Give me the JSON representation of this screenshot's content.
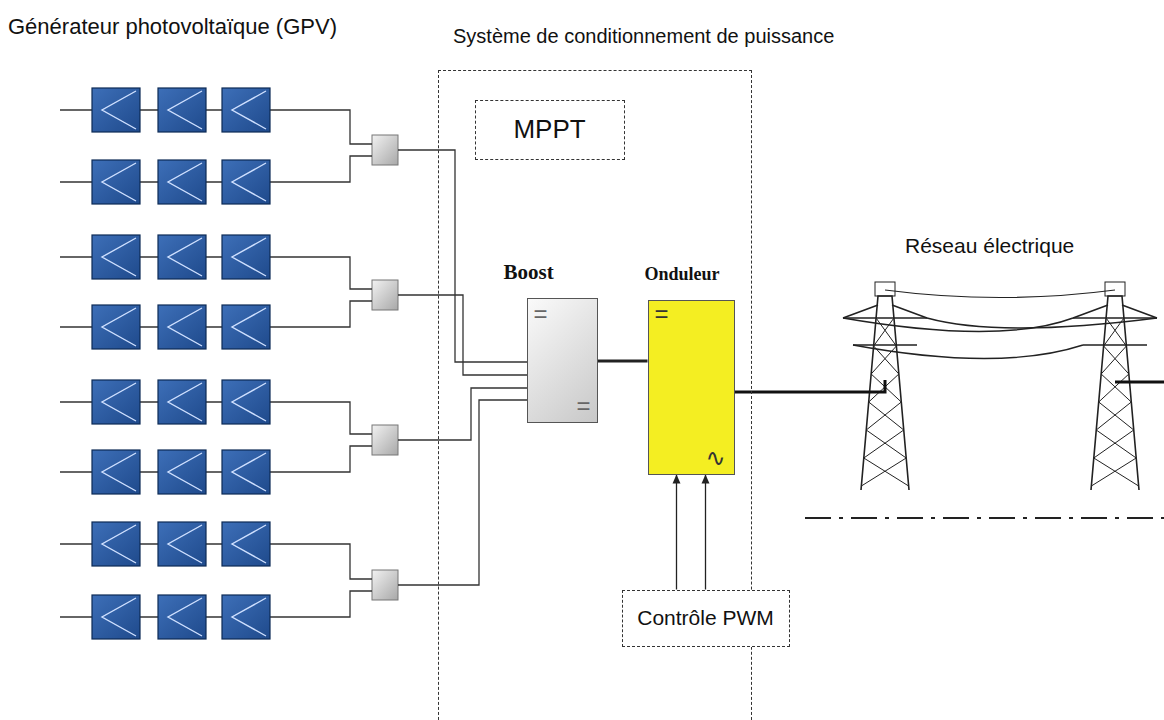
{
  "diagram": {
    "nodes": [
      {
        "text": [
          "Système de conditionnement de puissance"
        ]
      },
      {
        "text": [
          "MPPT"
        ],
        "in": 0
      },
      {
        "text": [
          "Boost",
          "=",
          "="
        ],
        "in": 0
      },
      {
        "text": [
          "Onduleur",
          "=",
          "∿"
        ],
        "in": 0
      },
      {
        "text": [
          "Contrôle PWM"
        ],
        "in": 0
      }
    ],
    "edges": [
      {
        "from": 2,
        "to": 3,
        "arrow": "none"
      },
      {
        "from": 4,
        "to": 3,
        "arrow": "to"
      },
      {
        "from": 4,
        "to": 3,
        "arrow": "to"
      }
    ],
    "labels": [
      "Générateur photovoltaïque (GPV)",
      "Réseau électrique"
    ]
  }
}
